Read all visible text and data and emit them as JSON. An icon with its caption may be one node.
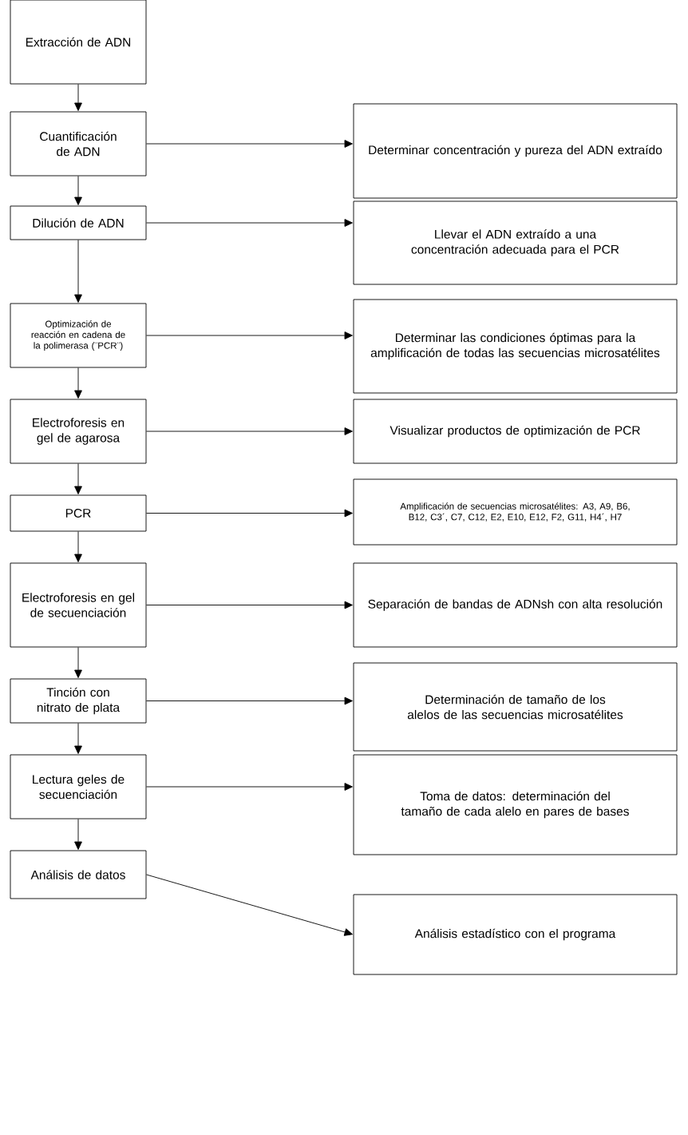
{
  "diagram": {
    "nodes": [
      {
        "text": [
          "Extracción de ADN"
        ]
      },
      {
        "text": [
          "Cuantificación de ADN"
        ]
      },
      {
        "text": [
          "Dilución de ADN"
        ]
      },
      {
        "text": [
          "Optimización de reacción en cadena de la polimerasa (¨PCR¨)"
        ]
      },
      {
        "text": [
          "Electroforesis en gel de agarosa"
        ]
      },
      {
        "text": [
          "PCR"
        ]
      },
      {
        "text": [
          "Electroforesis en gel de secuenciación"
        ]
      },
      {
        "text": [
          "Tinción con nitrato de plata"
        ]
      },
      {
        "text": [
          "Lectura geles de secuenciación"
        ]
      },
      {
        "text": [
          "Análisis de datos"
        ]
      },
      {
        "text": [
          "Determinar concentración y pureza del ADN extraído"
        ]
      },
      {
        "text": [
          "Llevar el ADN extraído a una concentración adecuada para el PCR"
        ]
      },
      {
        "text": [
          "Determinar las condiciones óptimas para la amplificación de todas las secuencias microsatélites"
        ]
      },
      {
        "text": [
          "Visualizar productos de optimización de PCR"
        ]
      },
      {
        "text": [
          "Amplificación de secuencias microsatélites: A3, A9, B6, B12, C3´, C7, C12, E2, E10, E12, F2, G11, H4´, H7"
        ]
      },
      {
        "text": [
          "Separación de bandas de ADNsh con alta resolución"
        ]
      },
      {
        "text": [
          "Determinación de tamaño de los alelos de las secuencias microsatélites"
        ]
      },
      {
        "text": [
          "Toma de datos: determinación del tamaño de cada alelo en pares de bases"
        ]
      },
      {
        "text": [
          "Análisis estadístico con el programa"
        ]
      }
    ],
    "edges": [
      {
        "from": 0,
        "to": 1,
        "arrow": "to"
      },
      {
        "from": 1,
        "to": 2,
        "arrow": "to"
      },
      {
        "from": 2,
        "to": 3,
        "arrow": "to"
      },
      {
        "from": 3,
        "to": 4,
        "arrow": "to"
      },
      {
        "from": 4,
        "to": 5,
        "arrow": "to"
      },
      {
        "from": 5,
        "to": 6,
        "arrow": "to"
      },
      {
        "from": 6,
        "to": 7,
        "arrow": "to"
      },
      {
        "from": 7,
        "to": 8,
        "arrow": "to"
      },
      {
        "from": 8,
        "to": 9,
        "arrow": "to"
      },
      {
        "from": 1,
        "to": 10,
        "arrow": "to"
      },
      {
        "from": 2,
        "to": 11,
        "arrow": "to"
      },
      {
        "from": 3,
        "to": 12,
        "arrow": "to"
      },
      {
        "from": 4,
        "to": 13,
        "arrow": "to"
      },
      {
        "from": 5,
        "to": 14,
        "arrow": "to"
      },
      {
        "from": 6,
        "to": 15,
        "arrow": "to"
      },
      {
        "from": 7,
        "to": 16,
        "arrow": "to"
      },
      {
        "from": 8,
        "to": 17,
        "arrow": "to"
      },
      {
        "from": 9,
        "to": 18,
        "arrow": "to"
      }
    ]
  }
}
